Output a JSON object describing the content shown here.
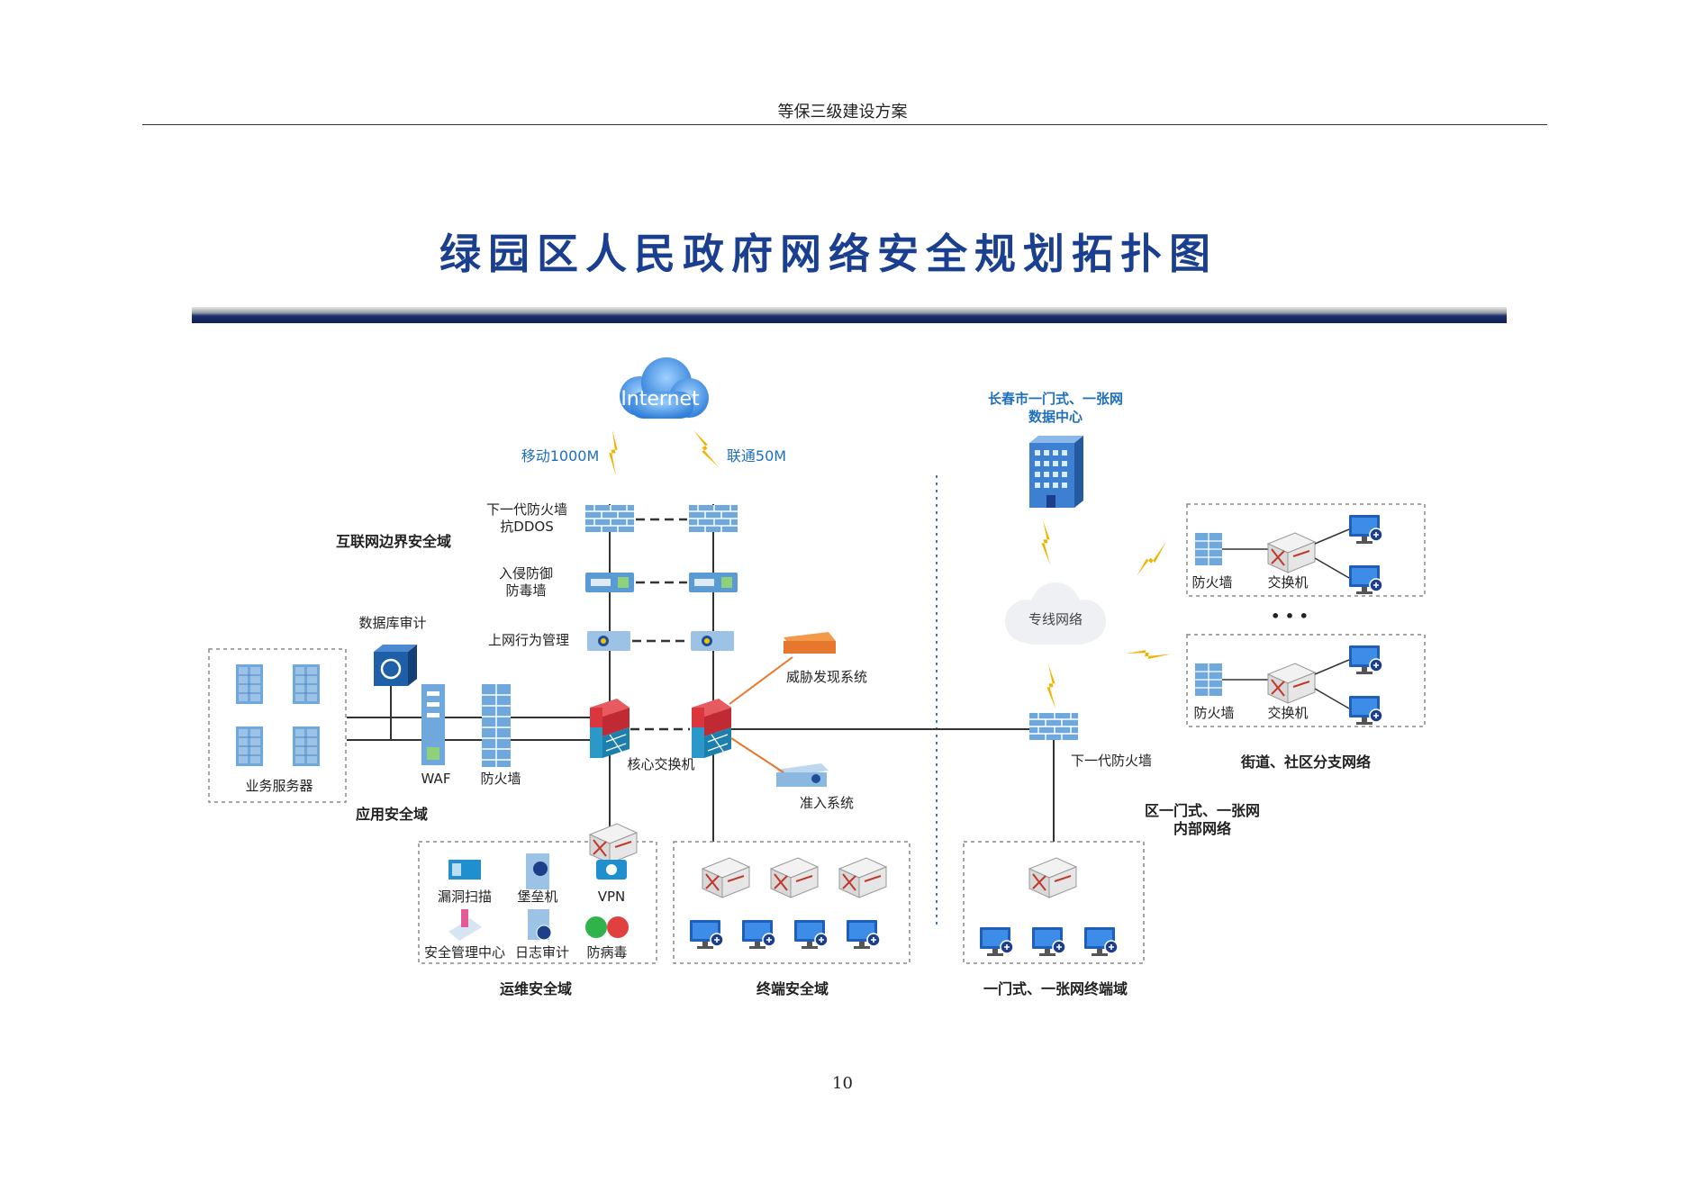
{
  "page": {
    "running_header": "等保三级建设方案",
    "page_number": "10"
  },
  "diagram": {
    "title": "绿园区人民政府网络安全规划拓扑图",
    "internet": "Internet",
    "link_mobile": "移动1000M",
    "link_unicom": "联通50M",
    "ngfw_label_1": "下一代防火墙",
    "ngfw_label_2": "抗DDOS",
    "ips_label_1": "入侵防御",
    "ips_label_2": "防毒墙",
    "behavior_mgmt": "上网行为管理",
    "zone_internet_border": "互联网边界安全域",
    "db_audit": "数据库审计",
    "threat_detect": "威胁发现系统",
    "business_servers": "业务服务器",
    "waf": "WAF",
    "firewall_app": "防火墙",
    "core_switch": "核心交换机",
    "nac": "准入系统",
    "zone_app": "应用安全域",
    "vuln_scan": "漏洞扫描",
    "bastion": "堡垒机",
    "vpn": "VPN",
    "soc": "安全管理中心",
    "log_audit": "日志审计",
    "antivirus": "防病毒",
    "zone_ops": "运维安全域",
    "zone_terminal": "终端安全域",
    "dc_label_1": "长春市一门式、一张网",
    "dc_label_2": "数据中心",
    "private_net": "专线网络",
    "branch_fw": "防火墙",
    "branch_switch": "交换机",
    "ellipsis": "• • •",
    "zone_branch": "街道、社区分支网络",
    "ngfw_right": "下一代防火墙",
    "district_label_1": "区一门式、一张网",
    "district_label_2": "内部网络",
    "zone_one_door": "一门式、一张网终端域"
  },
  "colors": {
    "title_blue": "#1a3f8f",
    "label_blue": "#1f6fbf",
    "device_blue": "#5b9bd5",
    "core_red": "#d9363e",
    "lightning": "#f0b400",
    "orange": "#e8772e"
  }
}
